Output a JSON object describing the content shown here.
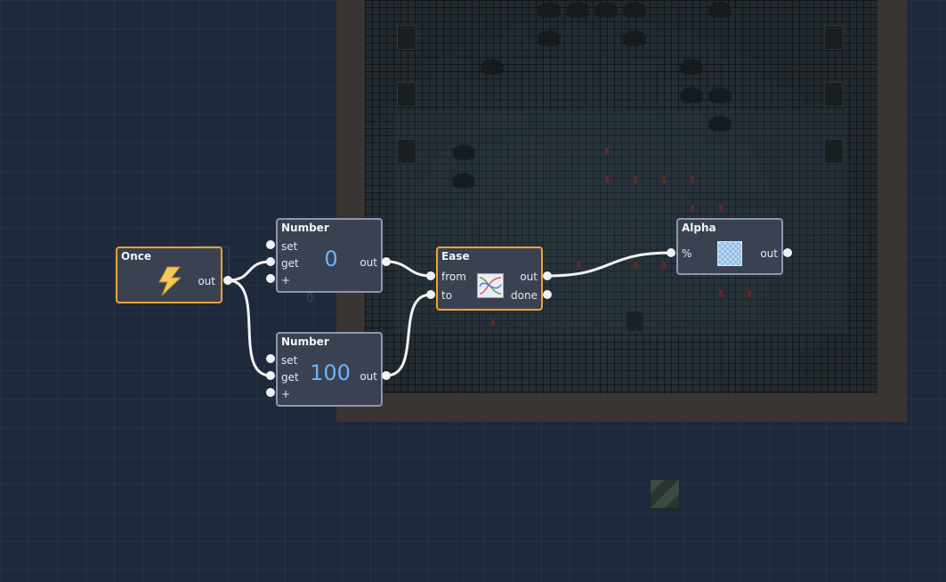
{
  "graph": {
    "once_node": {
      "title": "Once",
      "out_label": "out",
      "icon": "lightning-bolt-icon"
    },
    "number_node_top": {
      "title": "Number",
      "set_label": "set",
      "get_label": "get",
      "add_label": "+",
      "value": "0",
      "out_label": "out"
    },
    "number_node_bottom": {
      "title": "Number",
      "set_label": "set",
      "get_label": "get",
      "add_label": "+",
      "value": "100",
      "out_label": "out"
    },
    "ease_node": {
      "title": "Ease",
      "from_label": "from",
      "to_label": "to",
      "out_label": "out",
      "done_label": "done",
      "icon": "ease-curve-icon"
    },
    "alpha_node": {
      "title": "Alpha",
      "percent_label": "%",
      "out_label": "out",
      "icon": "transparency-checker-icon"
    }
  },
  "background": {
    "ghost_value": "0"
  },
  "colors": {
    "canvas": "#1e2a3b",
    "node_body": "#3a4150",
    "node_border": "#8d97b0",
    "active_border": "#f0a434",
    "number_value": "#6bb4ff",
    "wire": "#f2f2f2"
  }
}
